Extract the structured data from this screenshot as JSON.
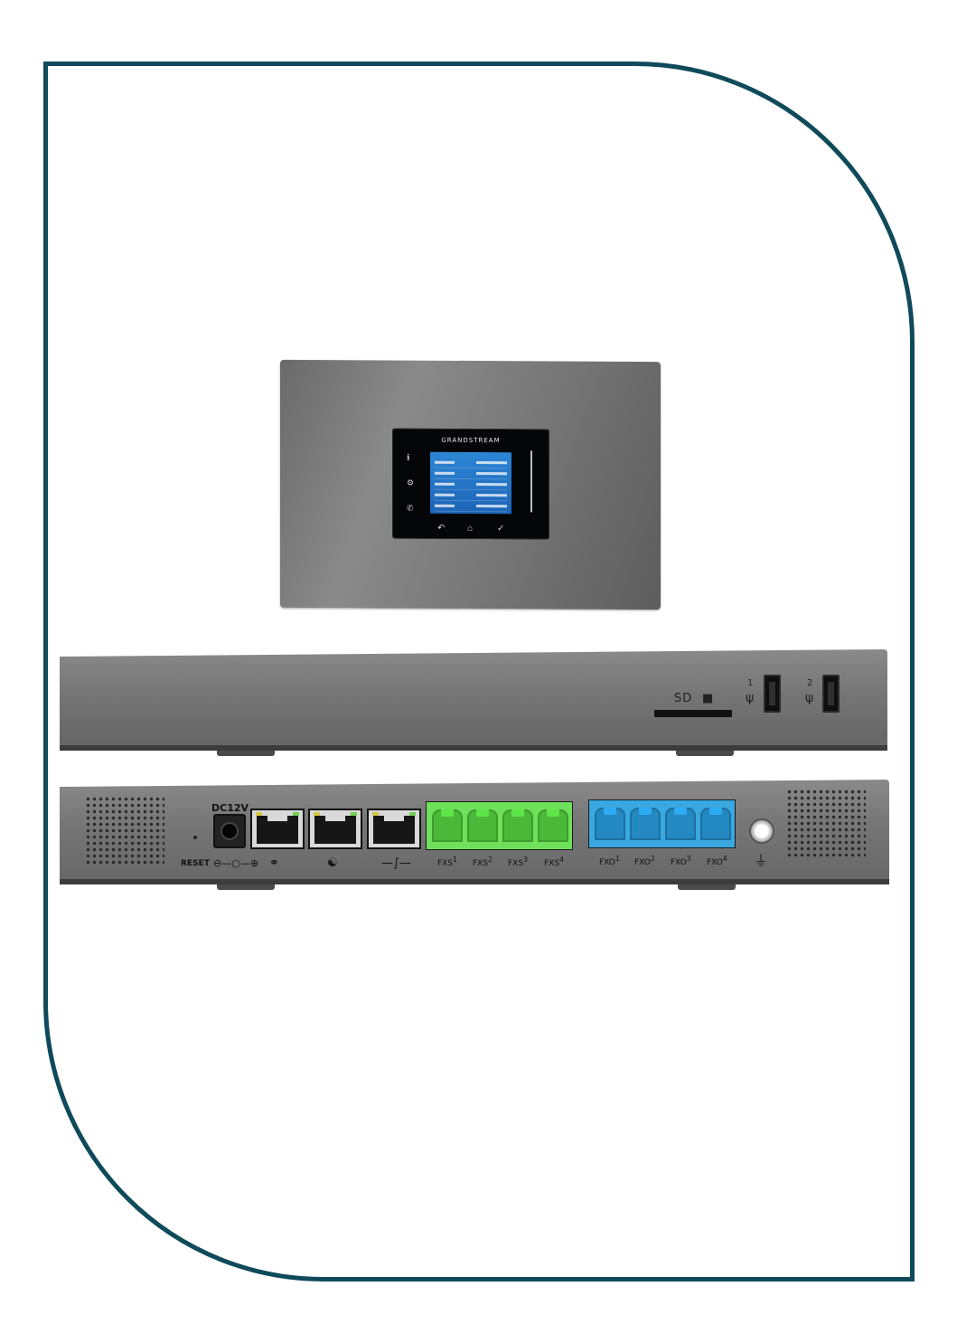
{
  "front_view": {
    "brand": "GRANDSTREAM",
    "icons": [
      "info-icon",
      "gear-icon",
      "phone-icon",
      "back-icon",
      "home-icon",
      "check-icon"
    ]
  },
  "side_view": {
    "sd_label": "SD",
    "usb_ports": [
      {
        "number": "1",
        "icon": "usb-icon"
      },
      {
        "number": "2",
        "icon": "usb-icon"
      }
    ]
  },
  "rear_view": {
    "dc_label": "DC12V",
    "reset_label": "RESET",
    "ethernet_icons": [
      "globe-network-icon",
      "lan-network-icon",
      "heartbeat-icon"
    ],
    "fxs_ports": [
      {
        "label": "FXS",
        "num": "1"
      },
      {
        "label": "FXS",
        "num": "2"
      },
      {
        "label": "FXS",
        "num": "3"
      },
      {
        "label": "FXS",
        "num": "4"
      }
    ],
    "fxo_ports": [
      {
        "label": "FXO",
        "num": "1"
      },
      {
        "label": "FXO",
        "num": "2"
      },
      {
        "label": "FXO",
        "num": "3"
      },
      {
        "label": "FXO",
        "num": "4"
      }
    ],
    "ground_icon": "ground-icon"
  },
  "colors": {
    "frame_border": "#0f4a5a",
    "fxs": "#6fe05a",
    "fxo": "#3aa8e0"
  }
}
